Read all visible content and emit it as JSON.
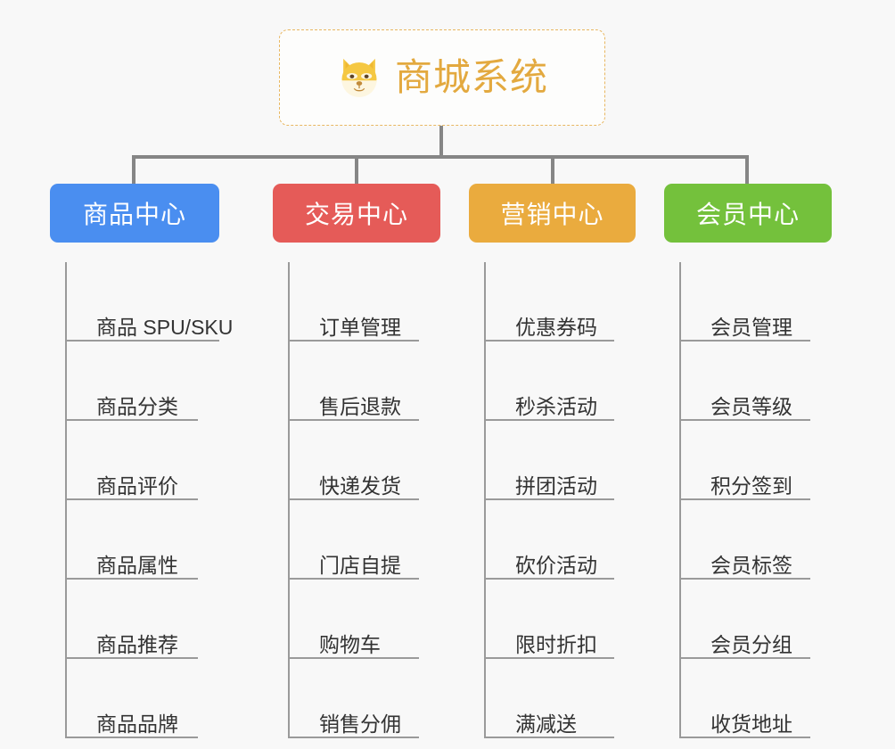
{
  "background_color": "#f8f8f8",
  "root": {
    "icon": "shiba-dog-face-emoji",
    "title": "商城系统",
    "title_color": "#e3a93f",
    "border_color": "#e8b761"
  },
  "connector_color": "#868686",
  "columns": [
    {
      "id": "product-center",
      "header": "商品中心",
      "color": "#4a8ef0",
      "items": [
        "商品 SPU/SKU",
        "商品分类",
        "商品评价",
        "商品属性",
        "商品推荐",
        "商品品牌"
      ]
    },
    {
      "id": "trade-center",
      "header": "交易中心",
      "color": "#e55b58",
      "items": [
        "订单管理",
        "售后退款",
        "快递发货",
        "门店自提",
        "购物车",
        "销售分佣"
      ]
    },
    {
      "id": "marketing-center",
      "header": "营销中心",
      "color": "#eaab3e",
      "items": [
        "优惠券码",
        "秒杀活动",
        "拼团活动",
        "砍价活动",
        "限时折扣",
        "满减送"
      ]
    },
    {
      "id": "member-center",
      "header": "会员中心",
      "color": "#74c13c",
      "items": [
        "会员管理",
        "会员等级",
        "积分签到",
        "会员标签",
        "会员分组",
        "收货地址"
      ]
    }
  ]
}
